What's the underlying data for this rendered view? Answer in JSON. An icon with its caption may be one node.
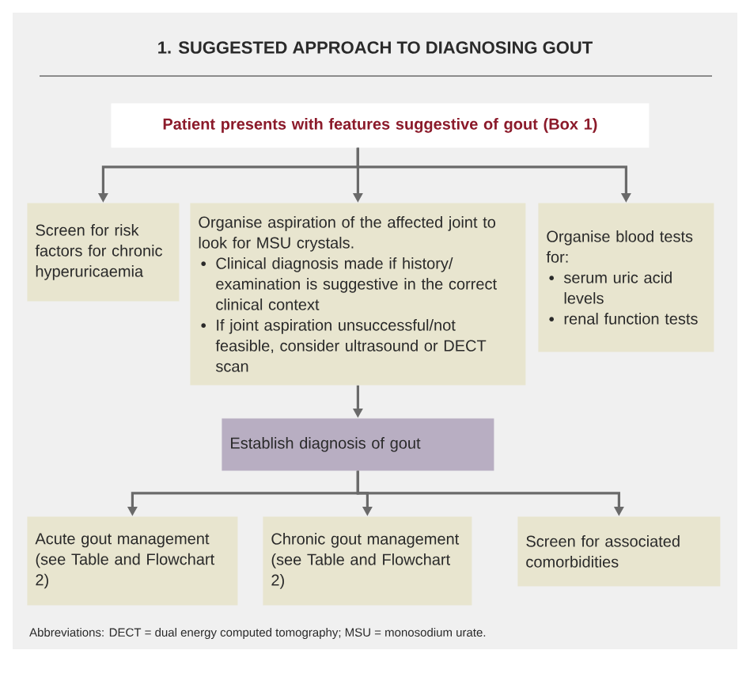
{
  "diagram": {
    "title": "1. SUGGESTED APPROACH TO DIAGNOSING GOUT",
    "nodes": [
      {
        "text": [
          "Patient presents with features suggestive of gout (Box 1)"
        ]
      },
      {
        "text": [
          "Screen for risk factors for chronic hyperuricaemia"
        ]
      },
      {
        "text": [
          "Organise aspiration of the affected joint to look for MSU crystals.",
          "Clinical diagnosis made if history/ examination is suggestive in the correct clinical context",
          "If joint aspiration unsuccessful/not feasible, consider ultrasound or DECT scan"
        ]
      },
      {
        "text": [
          "Organise blood tests for:",
          "serum uric acid levels",
          "renal function tests"
        ]
      },
      {
        "text": [
          "Establish diagnosis of gout"
        ]
      },
      {
        "text": [
          "Acute gout management (see Table and Flowchart 2)"
        ]
      },
      {
        "text": [
          "Chronic gout management (see Table and Flowchart 2)"
        ]
      },
      {
        "text": [
          "Screen for associated comorbidities"
        ]
      }
    ],
    "edges": [
      {
        "from": 0,
        "to": 1,
        "arrow": "to"
      },
      {
        "from": 0,
        "to": 2,
        "arrow": "to"
      },
      {
        "from": 0,
        "to": 3,
        "arrow": "to"
      },
      {
        "from": 2,
        "to": 4,
        "arrow": "to"
      },
      {
        "from": 4,
        "to": 5,
        "arrow": "to"
      },
      {
        "from": 4,
        "to": 6,
        "arrow": "to"
      },
      {
        "from": 4,
        "to": 7,
        "arrow": "to"
      }
    ],
    "labels": [
      "Abbreviations: DECT = dual energy computed tomography; MSU = monosodium urate."
    ]
  }
}
